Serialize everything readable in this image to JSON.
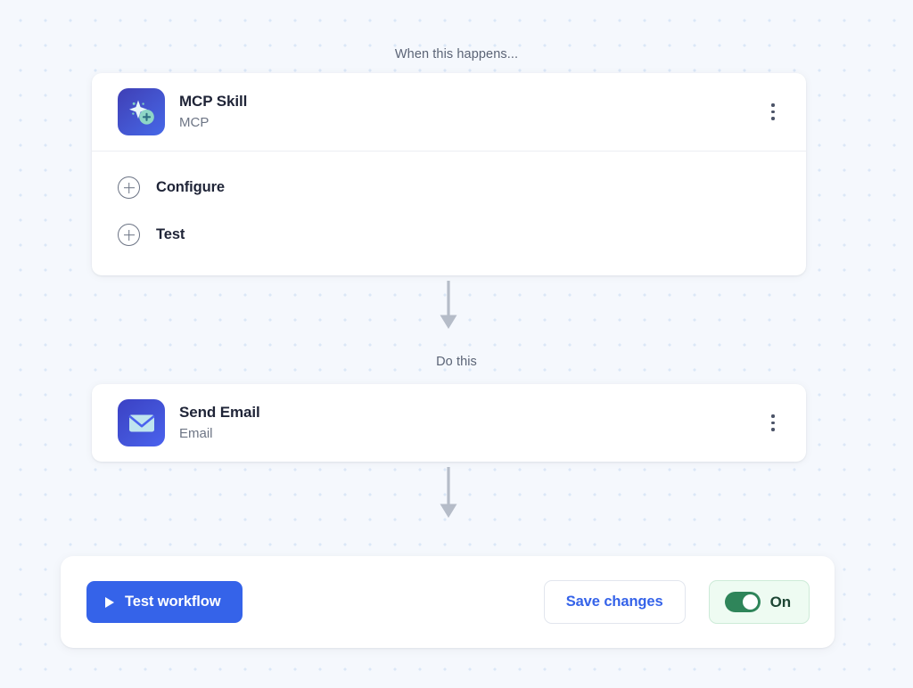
{
  "canvas": {
    "background_color": "#f5f8fd",
    "dot_color": "#dbe7f7"
  },
  "captions": {
    "trigger": "When this happens...",
    "action": "Do this"
  },
  "trigger_card": {
    "icon_name": "mcp-sparkle-plus-icon",
    "title": "MCP Skill",
    "subtitle": "MCP",
    "menu_icon": "kebab-menu-icon",
    "steps": [
      {
        "icon_name": "plus-circle-icon",
        "label": "Configure"
      },
      {
        "icon_name": "plus-circle-icon",
        "label": "Test"
      }
    ]
  },
  "action_card": {
    "icon_name": "envelope-icon",
    "title": "Send Email",
    "subtitle": "Email",
    "menu_icon": "kebab-menu-icon"
  },
  "connectors": [
    {
      "icon_name": "arrow-down-icon",
      "color": "#b5bcc8"
    },
    {
      "icon_name": "arrow-down-icon",
      "color": "#b5bcc8"
    }
  ],
  "action_bar": {
    "test_button": {
      "label": "Test  workflow",
      "icon_name": "play-icon",
      "color": "#3563e9"
    },
    "save_button": {
      "label": "Save changes",
      "color": "#3563e9"
    },
    "status_toggle": {
      "label": "On",
      "state": "on",
      "color": "#2f855a",
      "background_color": "#eefbf2"
    }
  }
}
